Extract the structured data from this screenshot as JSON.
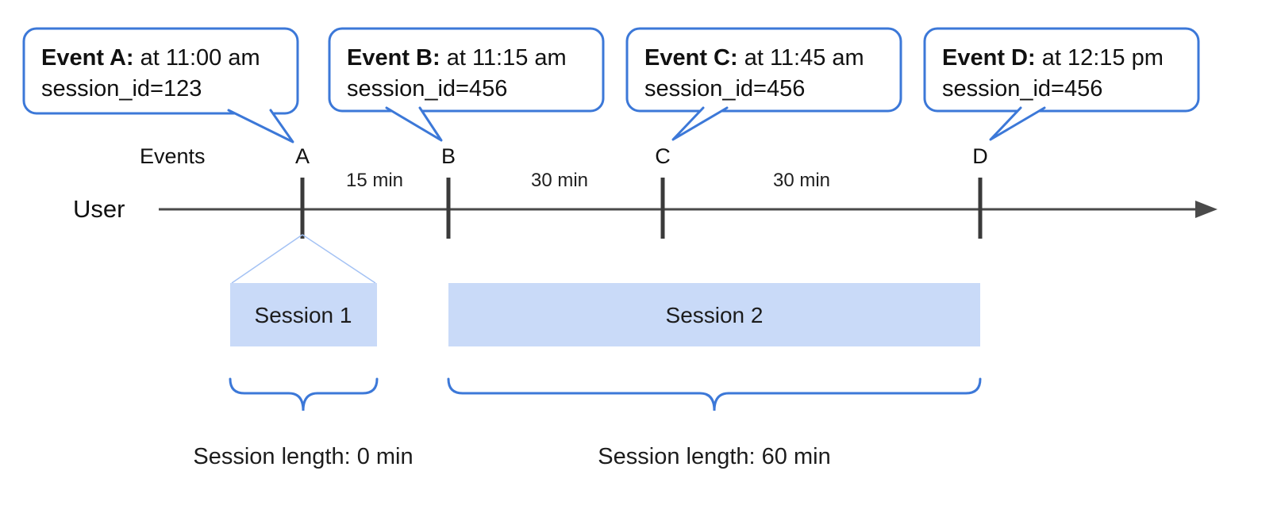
{
  "callouts": [
    {
      "bold": "Event A:",
      "rest": " at 11:00 am",
      "line2": "session_id=123"
    },
    {
      "bold": "Event B:",
      "rest": " at 11:15 am",
      "line2": "session_id=456"
    },
    {
      "bold": "Event C:",
      "rest": " at 11:45 am",
      "line2": "session_id=456"
    },
    {
      "bold": "Event D:",
      "rest": " at 12:15 pm",
      "line2": "session_id=456"
    }
  ],
  "timeline": {
    "row_label": "Events",
    "axis_label": "User",
    "markers": [
      "A",
      "B",
      "C",
      "D"
    ],
    "intervals": [
      "15 min",
      "30 min",
      "30 min"
    ]
  },
  "sessions": [
    {
      "label": "Session 1",
      "length": "Session length: 0 min"
    },
    {
      "label": "Session 2",
      "length": "Session length: 60 min"
    }
  ],
  "colors": {
    "accent_blue": "#3c78d8",
    "session_fill": "#c9daf8",
    "funnel_line": "#a4c2f4",
    "axis_gray": "#4a4a4a"
  }
}
